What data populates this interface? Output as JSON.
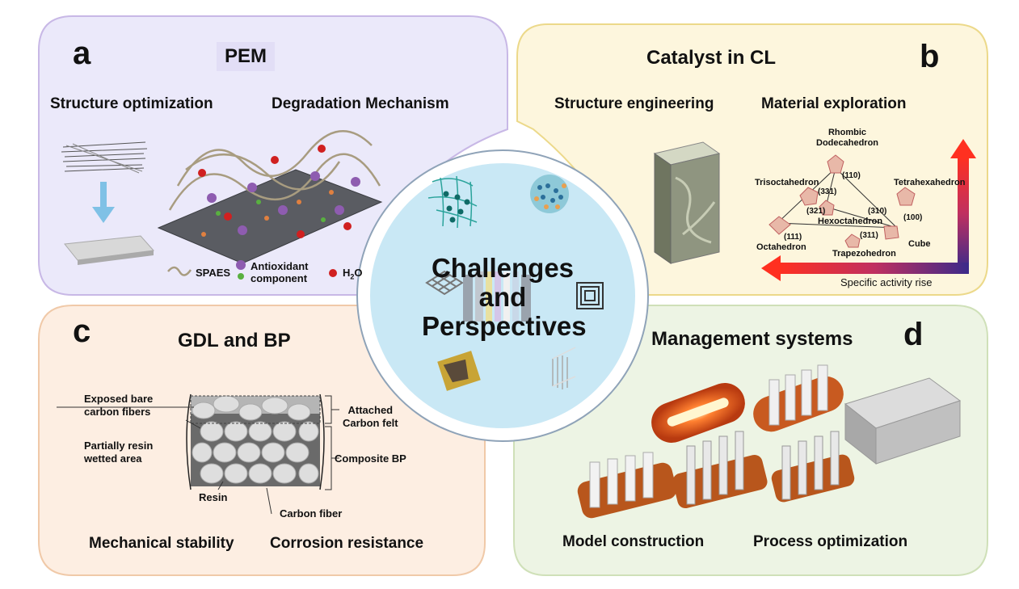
{
  "center": {
    "line1": "Challenges",
    "line2": "and",
    "line3": "Perspectives"
  },
  "panel_a": {
    "letter": "a",
    "title": "PEM",
    "left_label": "Structure optimization",
    "right_label": "Degradation Mechanism",
    "legend": {
      "spaes": "SPAES",
      "antioxidant_1": "Antioxidant",
      "antioxidant_2": "component",
      "water": "H",
      "water_sub": "2",
      "water_end": "O"
    }
  },
  "panel_b": {
    "letter": "b",
    "title": "Catalyst in CL",
    "left_label": "Structure engineering",
    "right_label": "Material exploration",
    "facets": {
      "rhombic_1": "Rhombic",
      "rhombic_2": "Dodecahedron",
      "trisoctahedron": "Trisoctahedron",
      "tetrahexahedron": "Tetrahexahedron",
      "hexoctahedron": "Hexoctahedron",
      "octahedron": "Octahedron",
      "cube": "Cube",
      "trapezohedron": "Trapezohedron",
      "f110": "(110)",
      "f331": "(331)",
      "f310": "(310)",
      "f321": "(321)",
      "f100": "(100)",
      "f111": "(111)",
      "f311": "(311)"
    },
    "arrow_label": "Specific activity rise"
  },
  "panel_c": {
    "letter": "c",
    "title": "GDL and BP",
    "exposed_1": "Exposed bare",
    "exposed_2": "carbon fibers",
    "partial_1": "Partially resin",
    "partial_2": "wetted area",
    "attached_1": "Attached",
    "attached_2": "Carbon felt",
    "composite": "Composite BP",
    "resin": "Resin",
    "carbon_fiber": "Carbon fiber",
    "left_label": "Mechanical stability",
    "right_label": "Corrosion resistance"
  },
  "panel_d": {
    "letter": "d",
    "title": "Management systems",
    "left_label": "Model construction",
    "right_label": "Process optimization"
  },
  "colors": {
    "panel_a": "#ebe9fa",
    "panel_b": "#fdf6dd",
    "panel_c": "#fdeee2",
    "panel_d": "#edf4e4",
    "center": "#c9e8f5"
  }
}
